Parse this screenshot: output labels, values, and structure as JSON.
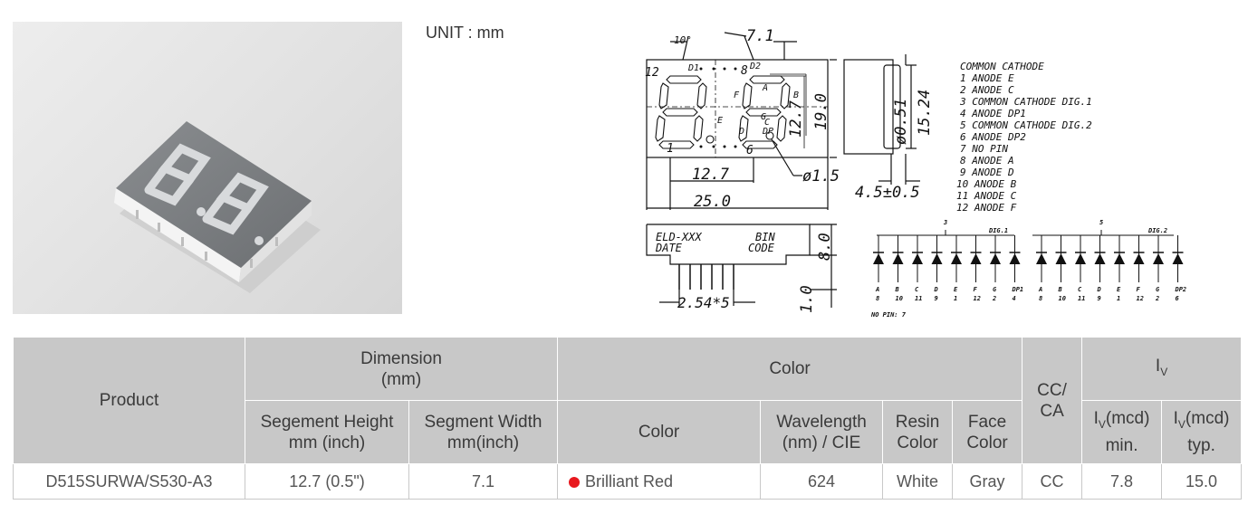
{
  "unit_label": "UNIT : mm",
  "drawing": {
    "dim_10deg": "10°",
    "dim_7_1": "7.1",
    "dim_12_7_v": "12.7",
    "dim_19_0": "19.0",
    "dim_12_7_h": "12.7",
    "dim_25_0": "25.0",
    "dim_phi15": "ø1.5",
    "dim_8_0": "8.0",
    "dim_1_0": "1.0",
    "dim_254x5": "2.54*5",
    "dim_phi051": "ø0.51",
    "dim_15_24": "15.24",
    "dim_4_5": "4.5±0.5",
    "pin12": "12",
    "pin1": "1",
    "pin8": "8",
    "pin6": "6",
    "d2": "D2",
    "d1": "D1",
    "seg_a": "A",
    "seg_b": "B",
    "seg_c": "C",
    "seg_d": "D",
    "seg_e": "E",
    "seg_f": "F",
    "seg_g": "G",
    "seg_dp": "DP",
    "side_line1": "ELD-XXX",
    "side_line1b": "BIN",
    "side_line2": "DATE",
    "side_line2b": "CODE"
  },
  "pin_list": [
    "COMMON CATHODE",
    "1 ANODE E",
    "2 ANODE C",
    "3 COMMON CATHODE DIG.1",
    "4 ANODE DP1",
    "5 COMMON CATHODE DIG.2",
    "6 ANODE DP2",
    "7 NO PIN",
    "8 ANODE A",
    "9 ANODE D",
    "10 ANODE B",
    "11 ANODE C",
    "12 ANODE F"
  ],
  "circuit": {
    "common1": "3",
    "common2": "5",
    "dig1": "DIG.1",
    "dig2": "DIG.2",
    "no_pin": "NO PIN: 7",
    "seg_letters": [
      "A",
      "B",
      "C",
      "D",
      "E",
      "F",
      "G",
      "DP1",
      "A",
      "B",
      "C",
      "D",
      "E",
      "F",
      "G",
      "DP2"
    ],
    "pin_numbers": [
      "8",
      "10",
      "11",
      "9",
      "1",
      "12",
      "2",
      "4",
      "8",
      "10",
      "11",
      "9",
      "1",
      "12",
      "2",
      "6"
    ]
  },
  "table": {
    "h_product": "Product",
    "h_dimension": "Dimension",
    "h_dimension_unit": "(mm)",
    "h_color_group": "Color",
    "h_cc": "CC/",
    "h_ca": "CA",
    "h_iv": "I",
    "h_iv_sub": "V",
    "h_seg_height_1": "Segement Height",
    "h_seg_height_2": "mm (inch)",
    "h_seg_width_1": "Segment Width",
    "h_seg_width_2": "mm(inch)",
    "h_color": "Color",
    "h_wavelength_1": "Wavelength",
    "h_wavelength_2": "(nm) / CIE",
    "h_resin_1": "Resin",
    "h_resin_2": "Color",
    "h_face_1": "Face",
    "h_face_2": "Color",
    "h_ivmin_1": "(mcd)",
    "h_ivmin_2": "min.",
    "h_ivtyp_1": "(mcd)",
    "h_ivtyp_2": "typ.",
    "row": {
      "product": "D515SURWA/S530-A3",
      "seg_height": "12.7 (0.5\")",
      "seg_width": "7.1",
      "color": "Brilliant Red",
      "wavelength": "624",
      "resin": "White",
      "face": "Gray",
      "cc": "CC",
      "iv_min": "7.8",
      "iv_typ": "15.0"
    }
  },
  "colors": {
    "header_bg": "#c8c8c8",
    "red_dot": "#e8181e"
  }
}
